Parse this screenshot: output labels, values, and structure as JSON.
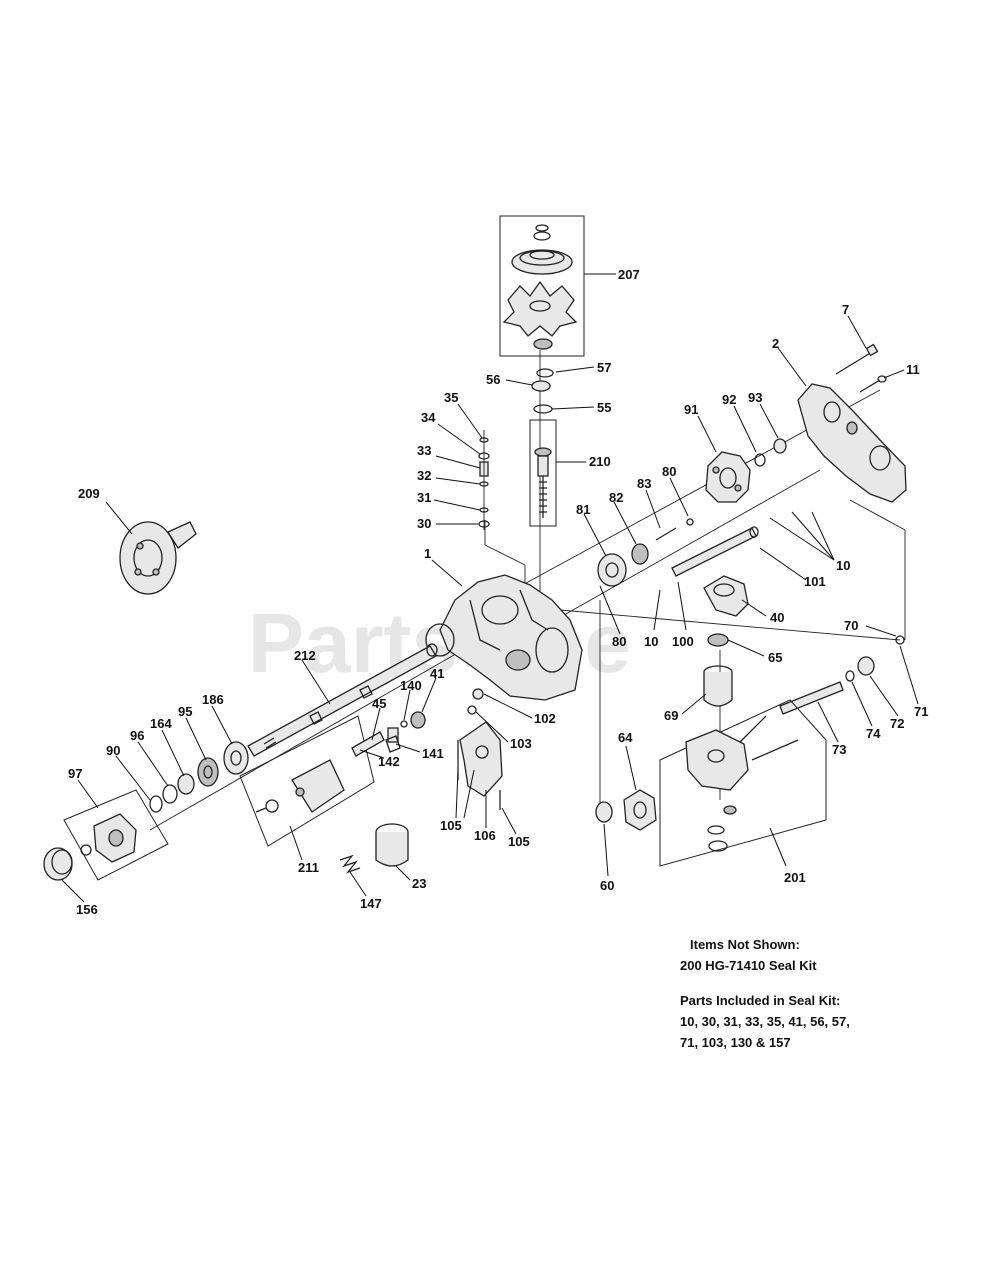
{
  "watermark": "PartsTree",
  "parts": {
    "p207": "207",
    "p57": "57",
    "p56": "56",
    "p55": "55",
    "p210": "210",
    "p35": "35",
    "p34": "34",
    "p33": "33",
    "p32": "32",
    "p31": "31",
    "p30": "30",
    "p209": "209",
    "p1": "1",
    "p7": "7",
    "p2": "2",
    "p11": "11",
    "p91": "91",
    "p92": "92",
    "p93": "93",
    "p80a": "80",
    "p83": "83",
    "p82": "82",
    "p81": "81",
    "p10a": "10",
    "p101": "101",
    "p40": "40",
    "p80b": "80",
    "p10b": "10",
    "p100": "100",
    "p65": "65",
    "p70": "70",
    "p71": "71",
    "p72": "72",
    "p74": "74",
    "p73": "73",
    "p69": "69",
    "p212": "212",
    "p140": "140",
    "p41": "41",
    "p45": "45",
    "p141": "141",
    "p102": "102",
    "p103": "103",
    "p186": "186",
    "p95": "95",
    "p164": "164",
    "p96": "96",
    "p90": "90",
    "p97": "97",
    "p142": "142",
    "p105a": "105",
    "p106": "106",
    "p105b": "105",
    "p64": "64",
    "p211": "211",
    "p23": "23",
    "p147": "147",
    "p156": "156",
    "p60": "60",
    "p201": "201"
  },
  "notes": {
    "items_not_shown_heading": "Items Not Shown:",
    "items_not_shown_line": "200 HG-71410 Seal Kit",
    "seal_kit_heading": "Parts Included in Seal Kit:",
    "seal_kit_line1": "10, 30, 31, 33, 35, 41, 56, 57,",
    "seal_kit_line2": "71, 103, 130 & 157"
  }
}
